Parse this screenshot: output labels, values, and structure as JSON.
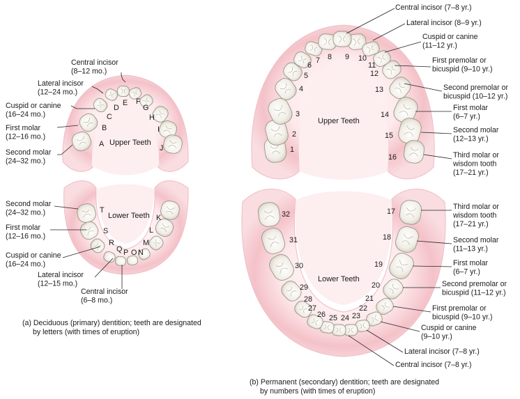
{
  "deciduous": {
    "jaw_upper": "Upper Teeth",
    "jaw_lower": "Lower Teeth",
    "upper_letters": [
      "A",
      "B",
      "C",
      "D",
      "E",
      "F",
      "G",
      "H",
      "I",
      "J"
    ],
    "lower_letters": [
      "K",
      "L",
      "M",
      "N",
      "O",
      "P",
      "Q",
      "R",
      "S",
      "T"
    ],
    "labels": [
      {
        "lines": [
          "Central incisor",
          "(8–12 mo.)"
        ]
      },
      {
        "lines": [
          "Lateral incisor",
          "(12–24 mo.)"
        ]
      },
      {
        "lines": [
          "Cuspid or canine",
          "(16–24 mo.)"
        ]
      },
      {
        "lines": [
          "First molar",
          "(12–16 mo.)"
        ]
      },
      {
        "lines": [
          "Second molar",
          "(24–32 mo.)"
        ]
      },
      {
        "lines": [
          "Second molar",
          "(24–32 mo.)"
        ]
      },
      {
        "lines": [
          "First molar",
          "(12–16 mo.)"
        ]
      },
      {
        "lines": [
          "Cuspid or canine",
          "(16–24 mo.)"
        ]
      },
      {
        "lines": [
          "Lateral incisor",
          "(12–15 mo.)"
        ]
      },
      {
        "lines": [
          "Central incisor",
          "(6–8 mo.)"
        ]
      }
    ],
    "caption": [
      "(a) Deciduous (primary) dentition; teeth are designated",
      "by letters (with times of eruption)"
    ]
  },
  "permanent": {
    "jaw_upper": "Upper Teeth",
    "jaw_lower": "Lower Teeth",
    "upper_numbers": [
      "1",
      "2",
      "3",
      "4",
      "5",
      "6",
      "7",
      "8",
      "9",
      "10",
      "11",
      "12",
      "13",
      "14",
      "15",
      "16"
    ],
    "lower_numbers": [
      "17",
      "18",
      "19",
      "20",
      "21",
      "22",
      "23",
      "24",
      "25",
      "26",
      "27",
      "28",
      "29",
      "30",
      "31",
      "32"
    ],
    "labels": [
      {
        "lines": [
          "Central incisor (7–8 yr.)"
        ]
      },
      {
        "lines": [
          "Lateral incisor (8–9 yr.)"
        ]
      },
      {
        "lines": [
          "Cuspid or canine",
          "(11–12 yr.)"
        ]
      },
      {
        "lines": [
          "First premolar or",
          "bicuspid (9–10 yr.)"
        ]
      },
      {
        "lines": [
          "Second premolar or",
          "bicuspid (10–12 yr.)"
        ]
      },
      {
        "lines": [
          "First molar",
          "(6–7 yr.)"
        ]
      },
      {
        "lines": [
          "Second molar",
          "(12–13 yr.)"
        ]
      },
      {
        "lines": [
          "Third molar or",
          "wisdom tooth",
          "(17–21 yr.)"
        ]
      },
      {
        "lines": [
          "Third molar or",
          "wisdom tooth",
          "(17–21 yr.)"
        ]
      },
      {
        "lines": [
          "Second molar",
          "(11–13 yr.)"
        ]
      },
      {
        "lines": [
          "First molar",
          "(6–7 yr.)"
        ]
      },
      {
        "lines": [
          "Second premolar or",
          "bicuspid (11–12 yr.)"
        ]
      },
      {
        "lines": [
          "First premolar or",
          "bicuspid (9–10 yr.)"
        ]
      },
      {
        "lines": [
          "Cuspid or canine",
          "(9–10 yr.)"
        ]
      },
      {
        "lines": [
          "Lateral incisor (7–8 yr.)"
        ]
      },
      {
        "lines": [
          "Central incisor (7–8 yr.)"
        ]
      }
    ],
    "caption": [
      "(b) Permanent (secondary) dentition; teeth are designated",
      "by numbers (with times of eruption)"
    ]
  },
  "colors": {
    "gum": "#f3c6cc",
    "gum_edge": "#e8a9b3",
    "palate": "#fbe4e6",
    "tooth": "#f6f4ee"
  }
}
